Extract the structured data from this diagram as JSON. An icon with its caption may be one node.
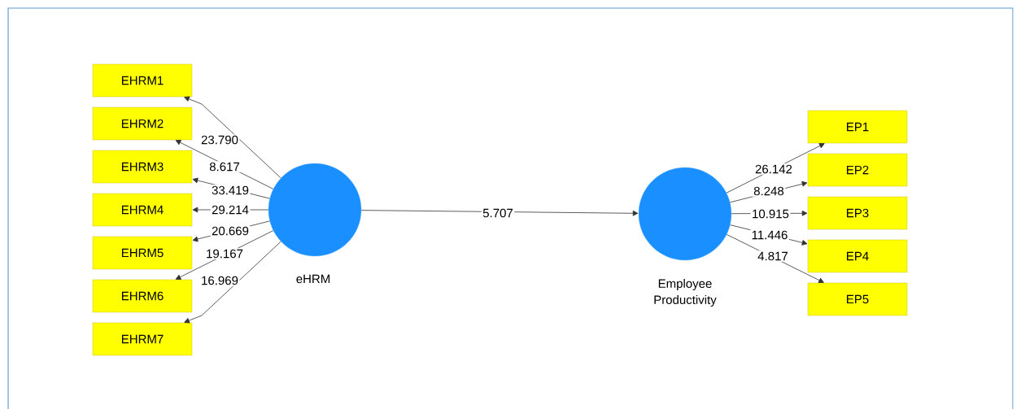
{
  "diagram": {
    "nodes": [
      {
        "text": [
          "EHRM1"
        ]
      },
      {
        "text": [
          "EHRM2"
        ]
      },
      {
        "text": [
          "EHRM3"
        ]
      },
      {
        "text": [
          "EHRM4"
        ]
      },
      {
        "text": [
          "EHRM5"
        ]
      },
      {
        "text": [
          "EHRM6"
        ]
      },
      {
        "text": [
          "EHRM7"
        ]
      },
      {
        "text": [],
        "shape": "circle",
        "beside": [
          "eHRM"
        ]
      },
      {
        "text": [],
        "shape": "circle",
        "beside": [
          "Employee Productivity"
        ]
      },
      {
        "text": [
          "EP1"
        ]
      },
      {
        "text": [
          "EP2"
        ]
      },
      {
        "text": [
          "EP3"
        ]
      },
      {
        "text": [
          "EP4"
        ]
      },
      {
        "text": [
          "EP5"
        ]
      }
    ],
    "edges": [
      {
        "from": 7,
        "to": 0,
        "arrow": "to",
        "label": "23.790"
      },
      {
        "from": 7,
        "to": 1,
        "arrow": "to",
        "label": "8.617"
      },
      {
        "from": 7,
        "to": 2,
        "arrow": "to",
        "label": "33.419"
      },
      {
        "from": 7,
        "to": 3,
        "arrow": "to",
        "label": "29.214"
      },
      {
        "from": 7,
        "to": 4,
        "arrow": "to",
        "label": "20.669"
      },
      {
        "from": 7,
        "to": 5,
        "arrow": "to",
        "label": "19.167"
      },
      {
        "from": 7,
        "to": 6,
        "arrow": "to",
        "label": "16.969"
      },
      {
        "from": 7,
        "to": 8,
        "arrow": "to",
        "label": "5.707"
      },
      {
        "from": 8,
        "to": 9,
        "arrow": "to",
        "label": "26.142"
      },
      {
        "from": 8,
        "to": 10,
        "arrow": "to",
        "label": "8.248"
      },
      {
        "from": 8,
        "to": 11,
        "arrow": "to",
        "label": "10.915"
      },
      {
        "from": 8,
        "to": 12,
        "arrow": "to",
        "label": "11.446"
      },
      {
        "from": 8,
        "to": 13,
        "arrow": "to",
        "label": "4.817"
      }
    ]
  }
}
